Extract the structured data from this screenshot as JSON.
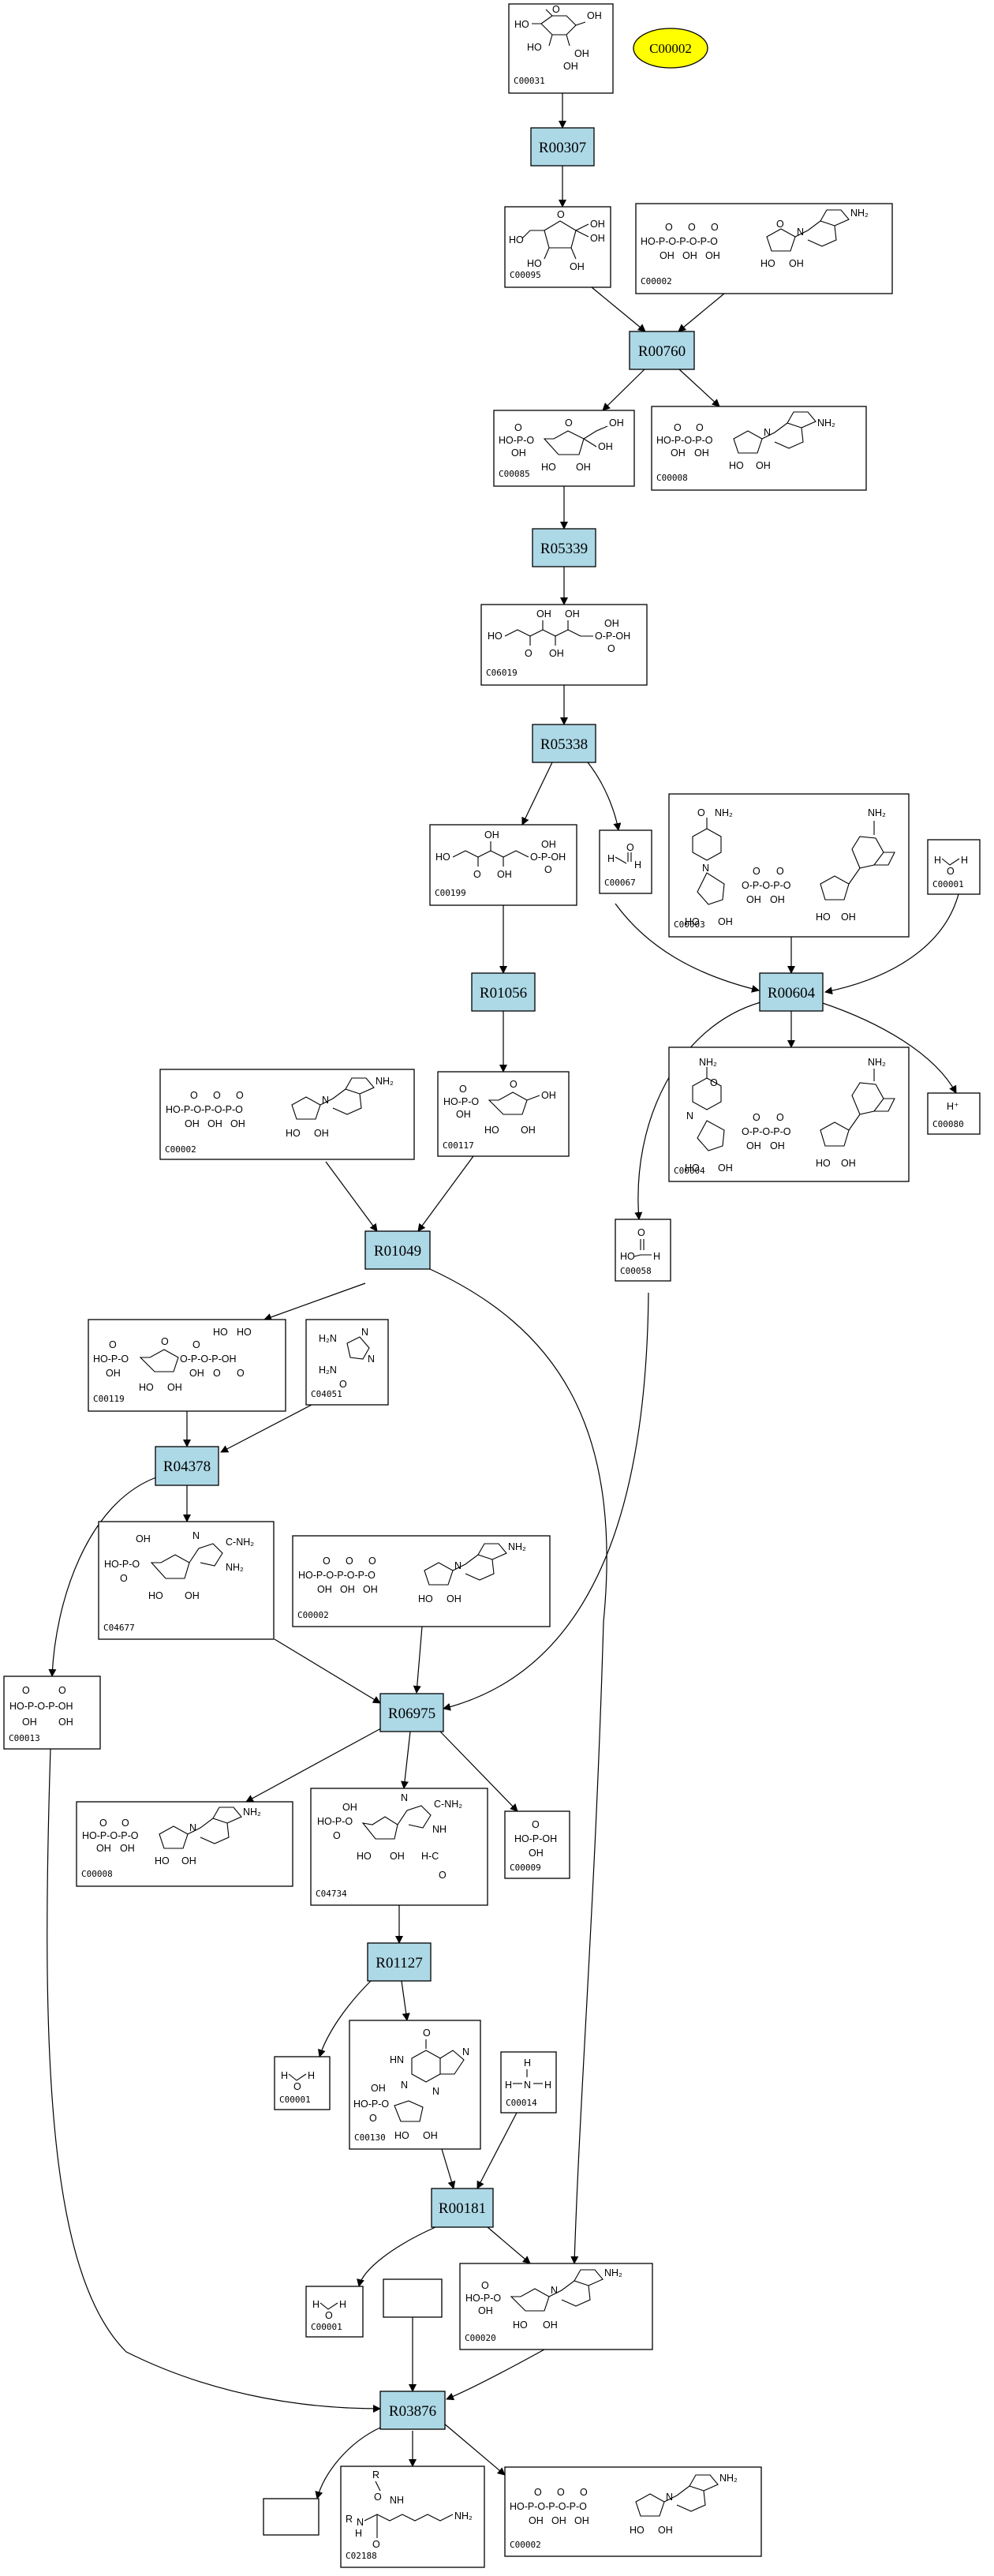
{
  "highlight": {
    "label": "C00002",
    "fill": "#ffff00"
  },
  "reaction_color": "#add8e6",
  "reactions": {
    "r1": "R00307",
    "r2": "R00760",
    "r3": "R05339",
    "r4": "R05338",
    "r5": "R01056",
    "r6": "R00604",
    "r7": "R01049",
    "r8": "R04378",
    "r9": "R06975",
    "r10": "R01127",
    "r11": "R00181",
    "r12": "R03876"
  },
  "compounds": {
    "c00031": "C00031",
    "c00095": "C00095",
    "c00002a": "C00002",
    "c00085": "C00085",
    "c00008a": "C00008",
    "c06019": "C06019",
    "c00199": "C00199",
    "c00067": "C00067",
    "c00003": "C00003",
    "c00001a": "C00001",
    "c00117": "C00117",
    "c00002b": "C00002",
    "c00004": "C00004",
    "c00080": "C00080",
    "c00058": "C00058",
    "c00119": "C00119",
    "c04051": "C04051",
    "c04677": "C04677",
    "c00002c": "C00002",
    "c00013": "C00013",
    "c00008b": "C00008",
    "c04734": "C04734",
    "c00009": "C00009",
    "c00001b": "C00001",
    "c00130": "C00130",
    "c00014": "C00014",
    "c00001c": "C00001",
    "c00020": "C00020",
    "c02188": "C02188",
    "c00002d": "C00002"
  }
}
